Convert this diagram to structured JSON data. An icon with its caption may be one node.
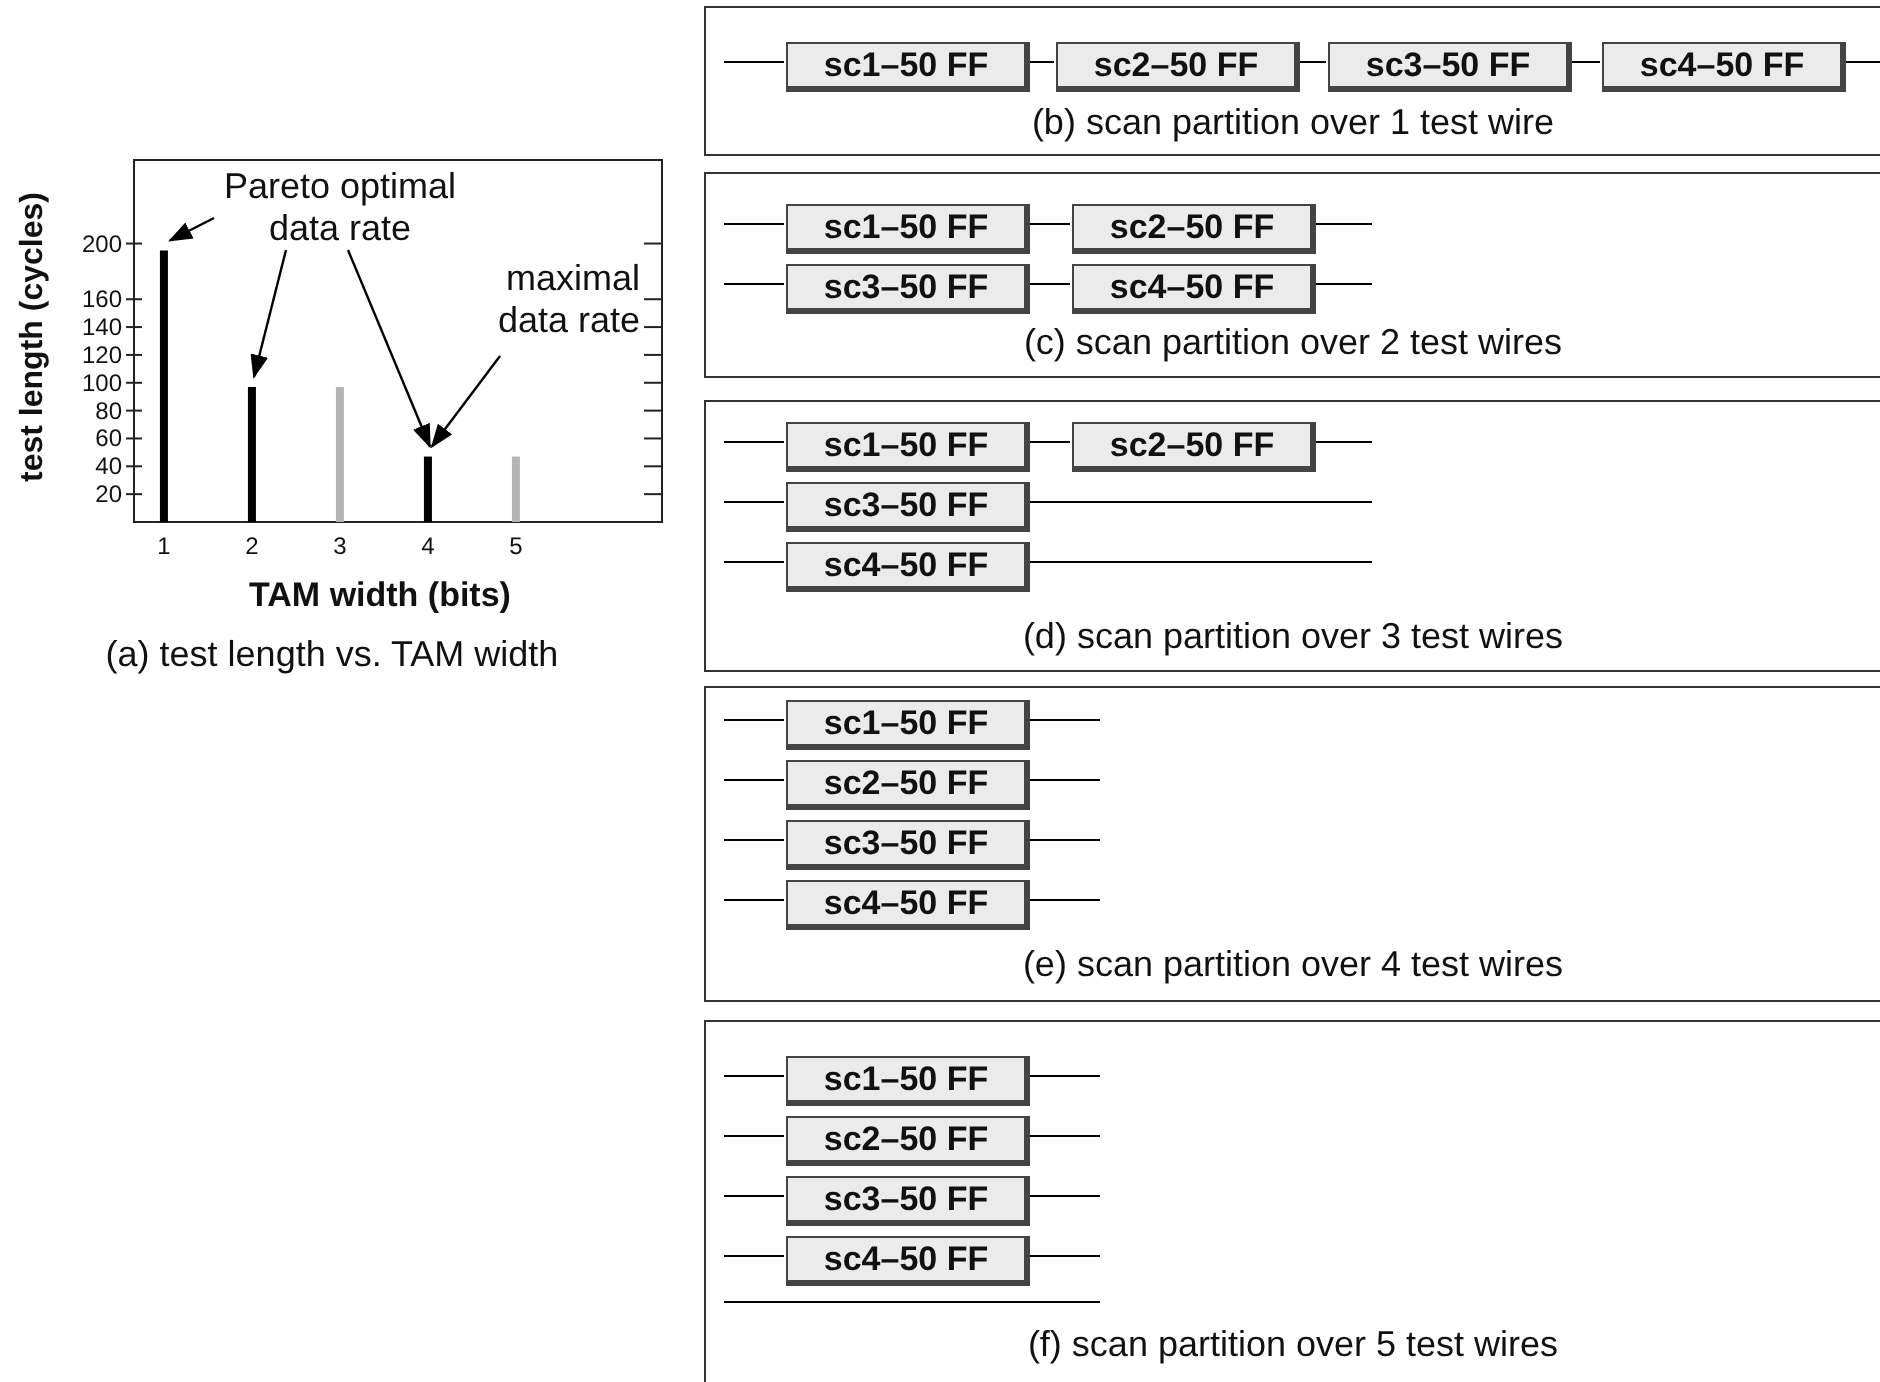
{
  "diagram": {
    "nodes": [
      {
        "text": [
          "(b) scan partition over 1 test wire"
        ]
      },
      {
        "text": [
          "sc1–50 FF"
        ],
        "in": 0
      },
      {
        "text": [
          "sc2–50 FF"
        ],
        "in": 0
      },
      {
        "text": [
          "sc3–50 FF"
        ],
        "in": 0
      },
      {
        "text": [
          "sc4–50 FF"
        ],
        "in": 0
      },
      {
        "text": [
          "(c) scan partition over 2 test wires"
        ]
      },
      {
        "text": [
          "sc1–50 FF"
        ],
        "in": 5
      },
      {
        "text": [
          "sc2–50 FF"
        ],
        "in": 5
      },
      {
        "text": [
          "sc3–50 FF"
        ],
        "in": 5
      },
      {
        "text": [
          "sc4–50 FF"
        ],
        "in": 5
      },
      {
        "text": [
          "(d) scan partition over 3 test wires"
        ]
      },
      {
        "text": [
          "sc1–50 FF"
        ],
        "in": 10
      },
      {
        "text": [
          "sc2–50 FF"
        ],
        "in": 10
      },
      {
        "text": [
          "sc3–50 FF"
        ],
        "in": 10
      },
      {
        "text": [
          "sc4–50 FF"
        ],
        "in": 10
      },
      {
        "text": [
          "(e) scan partition over 4 test wires"
        ]
      },
      {
        "text": [
          "sc1–50 FF"
        ],
        "in": 15
      },
      {
        "text": [
          "sc2–50 FF"
        ],
        "in": 15
      },
      {
        "text": [
          "sc3–50 FF"
        ],
        "in": 15
      },
      {
        "text": [
          "sc4–50 FF"
        ],
        "in": 15
      },
      {
        "text": [
          "(f) scan partition over 5 test wires"
        ]
      },
      {
        "text": [
          "sc1–50 FF"
        ],
        "in": 20
      },
      {
        "text": [
          "sc2–50 FF"
        ],
        "in": 20
      },
      {
        "text": [
          "sc3–50 FF"
        ],
        "in": 20
      },
      {
        "text": [
          "sc4–50 FF"
        ],
        "in": 20
      }
    ],
    "edges": [
      {
        "from": null,
        "to": 1,
        "arrow": "none"
      },
      {
        "from": 1,
        "to": 2,
        "arrow": "none"
      },
      {
        "from": 2,
        "to": 3,
        "arrow": "none"
      },
      {
        "from": 3,
        "to": 4,
        "arrow": "none"
      },
      {
        "from": 4,
        "to": null,
        "arrow": "none"
      },
      {
        "from": null,
        "to": 6,
        "arrow": "none"
      },
      {
        "from": 6,
        "to": 7,
        "arrow": "none"
      },
      {
        "from": 7,
        "to": null,
        "arrow": "none"
      },
      {
        "from": null,
        "to": 8,
        "arrow": "none"
      },
      {
        "from": 8,
        "to": 9,
        "arrow": "none"
      },
      {
        "from": 9,
        "to": null,
        "arrow": "none"
      },
      {
        "from": null,
        "to": 11,
        "arrow": "none"
      },
      {
        "from": 11,
        "to": 12,
        "arrow": "none"
      },
      {
        "from": 12,
        "to": null,
        "arrow": "none"
      },
      {
        "from": null,
        "to": 13,
        "arrow": "none"
      },
      {
        "from": 13,
        "to": null,
        "arrow": "none"
      },
      {
        "from": null,
        "to": 14,
        "arrow": "none"
      },
      {
        "from": 14,
        "to": null,
        "arrow": "none"
      },
      {
        "from": null,
        "to": 16,
        "arrow": "none"
      },
      {
        "from": 16,
        "to": null,
        "arrow": "none"
      },
      {
        "from": null,
        "to": 17,
        "arrow": "none"
      },
      {
        "from": 17,
        "to": null,
        "arrow": "none"
      },
      {
        "from": null,
        "to": 18,
        "arrow": "none"
      },
      {
        "from": 18,
        "to": null,
        "arrow": "none"
      },
      {
        "from": null,
        "to": 19,
        "arrow": "none"
      },
      {
        "from": 19,
        "to": null,
        "arrow": "none"
      },
      {
        "from": null,
        "to": 21,
        "arrow": "none"
      },
      {
        "from": 21,
        "to": null,
        "arrow": "none"
      },
      {
        "from": null,
        "to": 22,
        "arrow": "none"
      },
      {
        "from": 22,
        "to": null,
        "arrow": "none"
      },
      {
        "from": null,
        "to": 23,
        "arrow": "none"
      },
      {
        "from": 23,
        "to": null,
        "arrow": "none"
      },
      {
        "from": null,
        "to": 24,
        "arrow": "none"
      },
      {
        "from": 24,
        "to": null,
        "arrow": "none"
      }
    ],
    "chart_data": {
      "type": "bar",
      "title": "(a) test length vs. TAM width",
      "xlabel": "TAM width (bits)",
      "ylabel": "test length (cycles)",
      "x": [
        1,
        2,
        3,
        4,
        5
      ],
      "series": [
        {
          "color": "#000000",
          "values": [
            195,
            97,
            null,
            47,
            null
          ]
        },
        {
          "color": "#b4b4b4",
          "values": [
            null,
            null,
            97,
            null,
            47
          ]
        }
      ],
      "xlim": [
        0.66,
        6.66
      ],
      "ylim": [
        0,
        260
      ],
      "xticks": [
        1,
        2,
        3,
        4,
        5
      ],
      "yticks": [
        20,
        40,
        60,
        80,
        100,
        120,
        140,
        160,
        200
      ],
      "annotations": [
        {
          "text": "Pareto optimal data rate"
        },
        {
          "text": "maximal data rate"
        }
      ]
    }
  }
}
